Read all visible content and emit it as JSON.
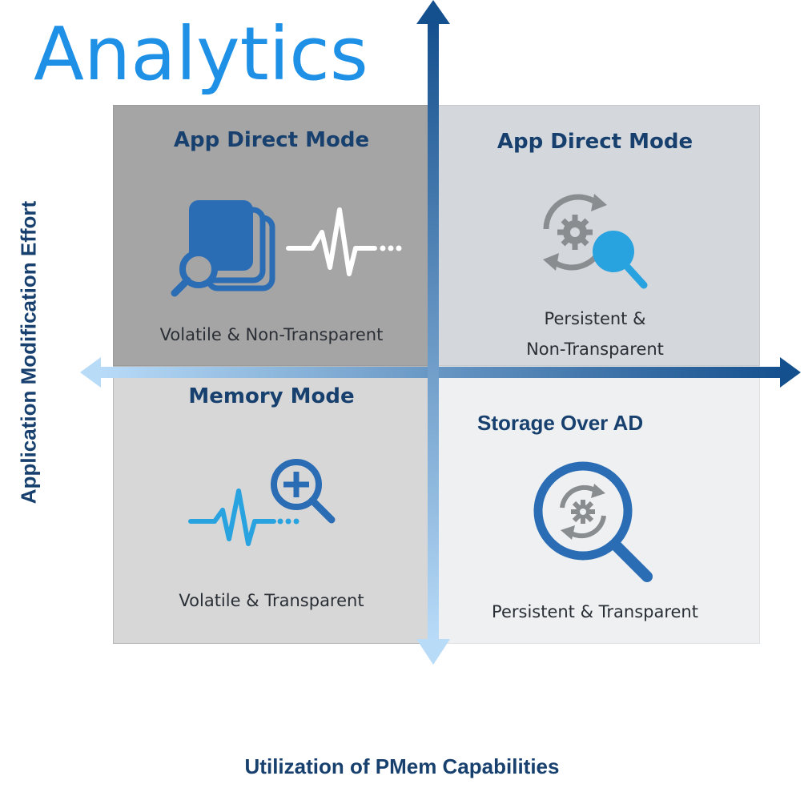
{
  "title": "Analytics",
  "y_axis_label": "Application Modification Effort",
  "x_axis_label": "Utilization of PMem Capabilities",
  "quadrants": {
    "top_left": {
      "title": "App Direct Mode",
      "subtitle": "Volatile & Non-Transparent",
      "icon": "layered-search-pulse-icon",
      "bg": "#a5a5a5"
    },
    "top_right": {
      "title": "App Direct Mode",
      "subtitle_line1": "Persistent &",
      "subtitle_line2": "Non-Transparent",
      "icon": "gear-cycle-search-icon",
      "bg": "#d4d7db"
    },
    "bottom_left": {
      "title": "Memory Mode",
      "subtitle": "Volatile & Transparent",
      "icon": "pulse-zoom-in-icon",
      "bg": "#d7d7d7"
    },
    "bottom_right": {
      "title": "Storage Over AD",
      "subtitle": "Persistent & Transparent",
      "icon": "magnifier-gear-cycle-icon",
      "bg": "#eef0f2"
    }
  },
  "colors": {
    "title": "#1e90e6",
    "axis_dark": "#15508e",
    "axis_light": "#b8dbf8",
    "label": "#17406e",
    "icon_blue": "#2a6db5",
    "icon_cyan": "#29a3e0",
    "icon_grey": "#8a8d90"
  }
}
